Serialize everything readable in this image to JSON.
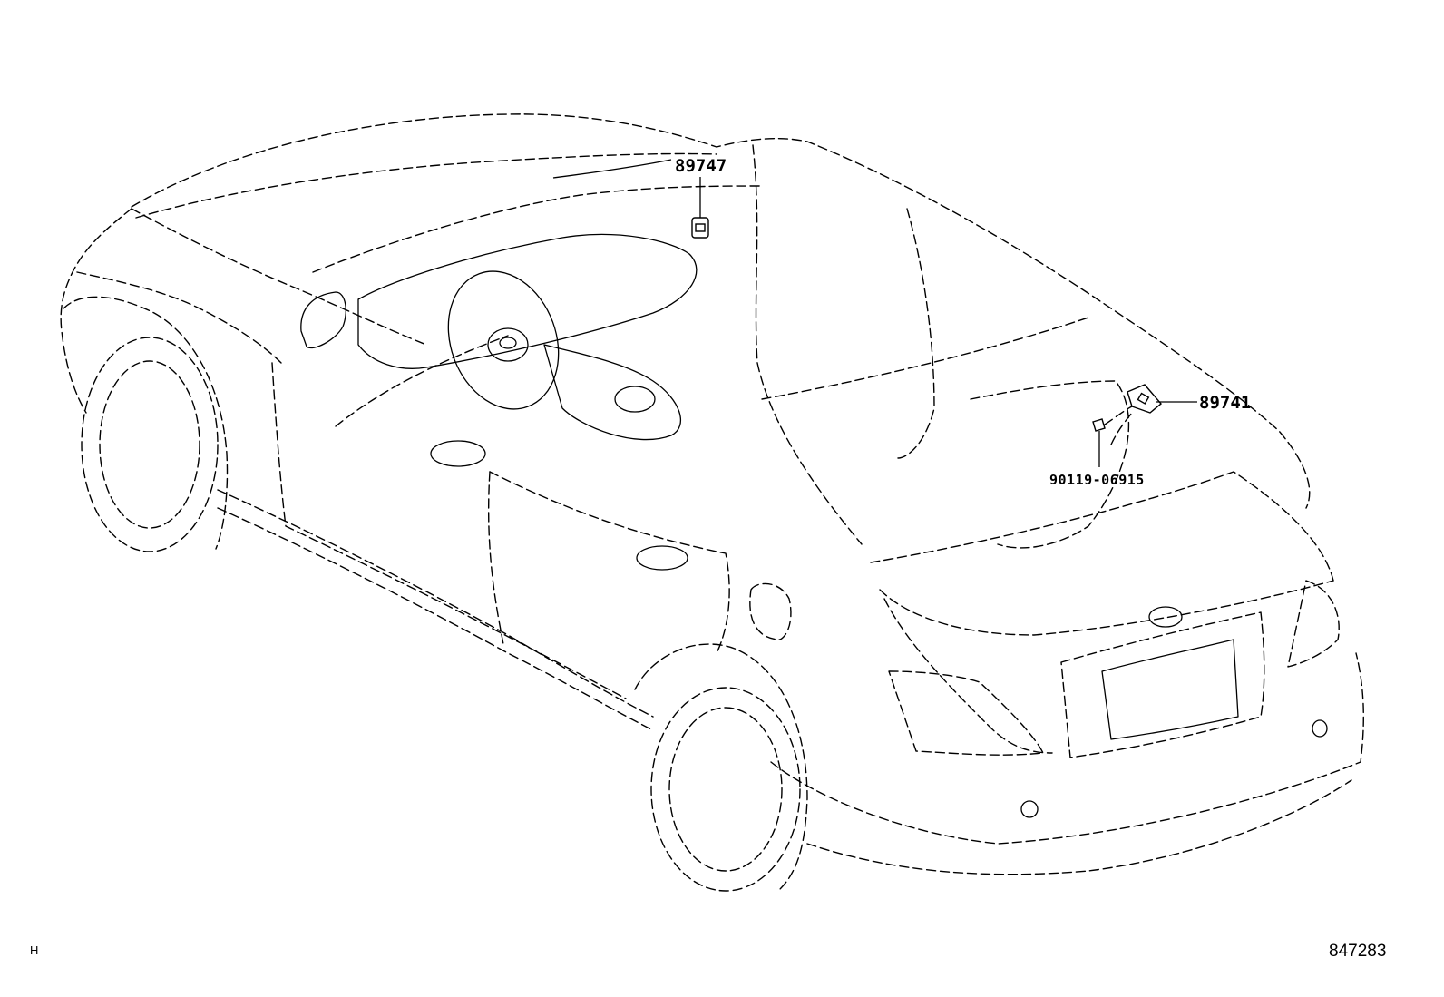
{
  "diagram": {
    "parts": [
      {
        "number": "89747"
      },
      {
        "number": "89741"
      },
      {
        "number": "90119-06915"
      }
    ],
    "corner_left_code": "H",
    "corner_right_code": "847283"
  }
}
